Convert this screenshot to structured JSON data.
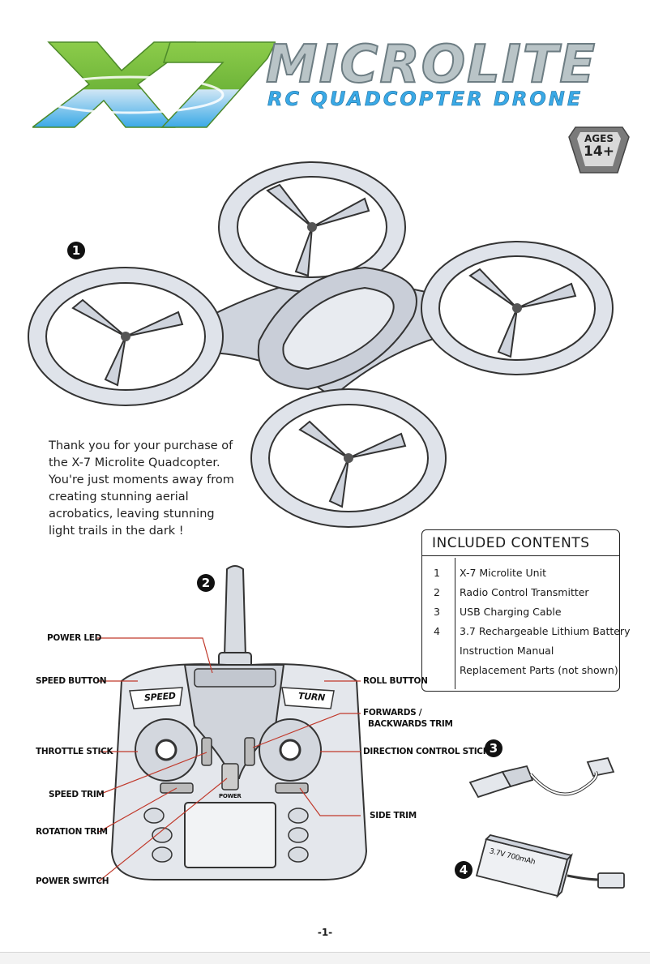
{
  "logo": {
    "title": "MICROLITE",
    "subtitle": "RC QUADCOPTER DRONE",
    "colors": {
      "green": "#7dc23f",
      "blue": "#3aa9e6",
      "silver": "#b9c4c7"
    }
  },
  "badge": {
    "line1": "AGES",
    "line2": "14+"
  },
  "steps": {
    "s1": "1",
    "s2": "2",
    "s3": "3",
    "s4": "4"
  },
  "intro": "Thank you for your purchase of the X-7 Microlite Quadcopter. You're just moments away from creating stunning aerial acrobatics, leaving stunning light trails in the dark !",
  "contents": {
    "title": "INCLUDED CONTENTS",
    "items": [
      {
        "num": "1",
        "label": "X-7 Microlite Unit"
      },
      {
        "num": "2",
        "label": "Radio Control Transmitter"
      },
      {
        "num": "3",
        "label": "USB Charging Cable"
      },
      {
        "num": "4",
        "label": "3.7 Rechargeable Lithium Battery"
      },
      {
        "num": "",
        "label": "Instruction Manual"
      },
      {
        "num": "",
        "label": "Replacement Parts (not shown)"
      }
    ]
  },
  "remote": {
    "speed_label": "SPEED",
    "turn_label": "TURN",
    "power_label": "POWER",
    "callouts": {
      "power_led": "POWER LED",
      "speed_button": "SPEED BUTTON",
      "roll_button": "ROLL BUTTON",
      "forwards_1": "FORWARDS /",
      "forwards_2": "BACKWARDS TRIM",
      "throttle": "THROTTLE STICK",
      "direction": "DIRECTION CONTROL STICK",
      "speed_trim": "SPEED TRIM",
      "rotation_trim": "ROTATION TRIM",
      "side_trim": "SIDE TRIM",
      "power_switch": "POWER SWITCH"
    },
    "leader_color": "#c0392b"
  },
  "battery": {
    "label": "3.7V 700mAh"
  },
  "page": {
    "number": "-1-"
  }
}
